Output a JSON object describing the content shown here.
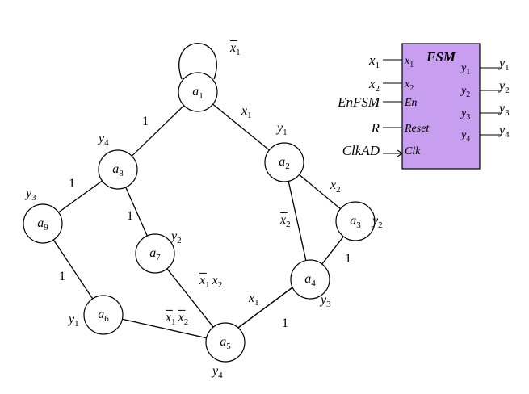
{
  "states": [
    {
      "id": "a1",
      "letter": "a",
      "index": "1",
      "output": {
        "letter": "",
        "index": ""
      }
    },
    {
      "id": "a2",
      "letter": "a",
      "index": "2",
      "output": {
        "letter": "y",
        "index": "1"
      }
    },
    {
      "id": "a3",
      "letter": "a",
      "index": "3",
      "output": {
        "letter": "y",
        "index": "2"
      }
    },
    {
      "id": "a4",
      "letter": "a",
      "index": "4",
      "output": {
        "letter": "y",
        "index": "3"
      }
    },
    {
      "id": "a5",
      "letter": "a",
      "index": "5",
      "output": {
        "letter": "y",
        "index": "4"
      }
    },
    {
      "id": "a6",
      "letter": "a",
      "index": "6",
      "output": {
        "letter": "y",
        "index": "1"
      }
    },
    {
      "id": "a7",
      "letter": "a",
      "index": "7",
      "output": {
        "letter": "y",
        "index": "2"
      }
    },
    {
      "id": "a8",
      "letter": "a",
      "index": "8",
      "output": {
        "letter": "y",
        "index": "4"
      }
    },
    {
      "id": "a9",
      "letter": "a",
      "index": "9",
      "output": {
        "letter": "y",
        "index": "3"
      }
    }
  ],
  "transitions": [
    {
      "id": "a1-a1",
      "from": "a1",
      "to": "a1",
      "condition": [
        {
          "letter": "x",
          "index": "1",
          "negated": true
        }
      ]
    },
    {
      "id": "a1-a2",
      "from": "a1",
      "to": "a2",
      "condition": [
        {
          "letter": "x",
          "index": "1",
          "negated": false
        }
      ]
    },
    {
      "id": "a1-a8",
      "from": "a1",
      "to": "a8",
      "condition": "1"
    },
    {
      "id": "a2-a3",
      "from": "a2",
      "to": "a3",
      "condition": [
        {
          "letter": "x",
          "index": "2",
          "negated": false
        }
      ]
    },
    {
      "id": "a2-a4",
      "from": "a2",
      "to": "a4",
      "condition": [
        {
          "letter": "x",
          "index": "2",
          "negated": true
        }
      ]
    },
    {
      "id": "a3-a4",
      "from": "a3",
      "to": "a4",
      "condition": "1"
    },
    {
      "id": "a4-a5",
      "from": "a4",
      "to": "a5",
      "condition": "1"
    },
    {
      "id": "a5-a4",
      "from": "a5",
      "to": "a4",
      "condition": [
        {
          "letter": "x",
          "index": "1",
          "negated": false
        }
      ]
    },
    {
      "id": "a8-a9",
      "from": "a8",
      "to": "a9",
      "condition": "1"
    },
    {
      "id": "a8-a7",
      "from": "a8",
      "to": "a7",
      "condition": "1"
    },
    {
      "id": "a9-a6",
      "from": "a9",
      "to": "a6",
      "condition": "1"
    },
    {
      "id": "a7-a5",
      "from": "a7",
      "to": "a5",
      "condition": [
        {
          "letter": "x",
          "index": "1",
          "negated": true
        },
        {
          "letter": "x",
          "index": "2",
          "negated": false
        }
      ]
    },
    {
      "id": "a6-a5",
      "from": "a6",
      "to": "a5",
      "condition": [
        {
          "letter": "x",
          "index": "1",
          "negated": true
        },
        {
          "letter": "x",
          "index": "2",
          "negated": true
        }
      ]
    }
  ],
  "fsm_block": {
    "title": "FSM",
    "box_color": "#c79ef0",
    "inputs": [
      {
        "external": {
          "letter": "x",
          "index": "1"
        },
        "pin": {
          "letter": "x",
          "index": "1"
        }
      },
      {
        "external": {
          "letter": "x",
          "index": "2"
        },
        "pin": {
          "letter": "x",
          "index": "2"
        }
      },
      {
        "external": {
          "letter": "EnFSM",
          "index": ""
        },
        "pin": {
          "letter": "En",
          "index": ""
        }
      },
      {
        "external": {
          "letter": "R",
          "index": ""
        },
        "pin": {
          "letter": "Reset",
          "index": ""
        }
      },
      {
        "external": {
          "letter": "ClkAD",
          "index": ""
        },
        "pin": {
          "letter": "Clk",
          "index": ""
        }
      }
    ],
    "outputs": [
      {
        "pin": {
          "letter": "y",
          "index": "1"
        },
        "external": {
          "letter": "y",
          "index": "1"
        }
      },
      {
        "pin": {
          "letter": "y",
          "index": "2"
        },
        "external": {
          "letter": "y",
          "index": "2"
        }
      },
      {
        "pin": {
          "letter": "y",
          "index": "3"
        },
        "external": {
          "letter": "y",
          "index": "3"
        }
      },
      {
        "pin": {
          "letter": "y",
          "index": "4"
        },
        "external": {
          "letter": "y",
          "index": "4"
        }
      }
    ]
  }
}
